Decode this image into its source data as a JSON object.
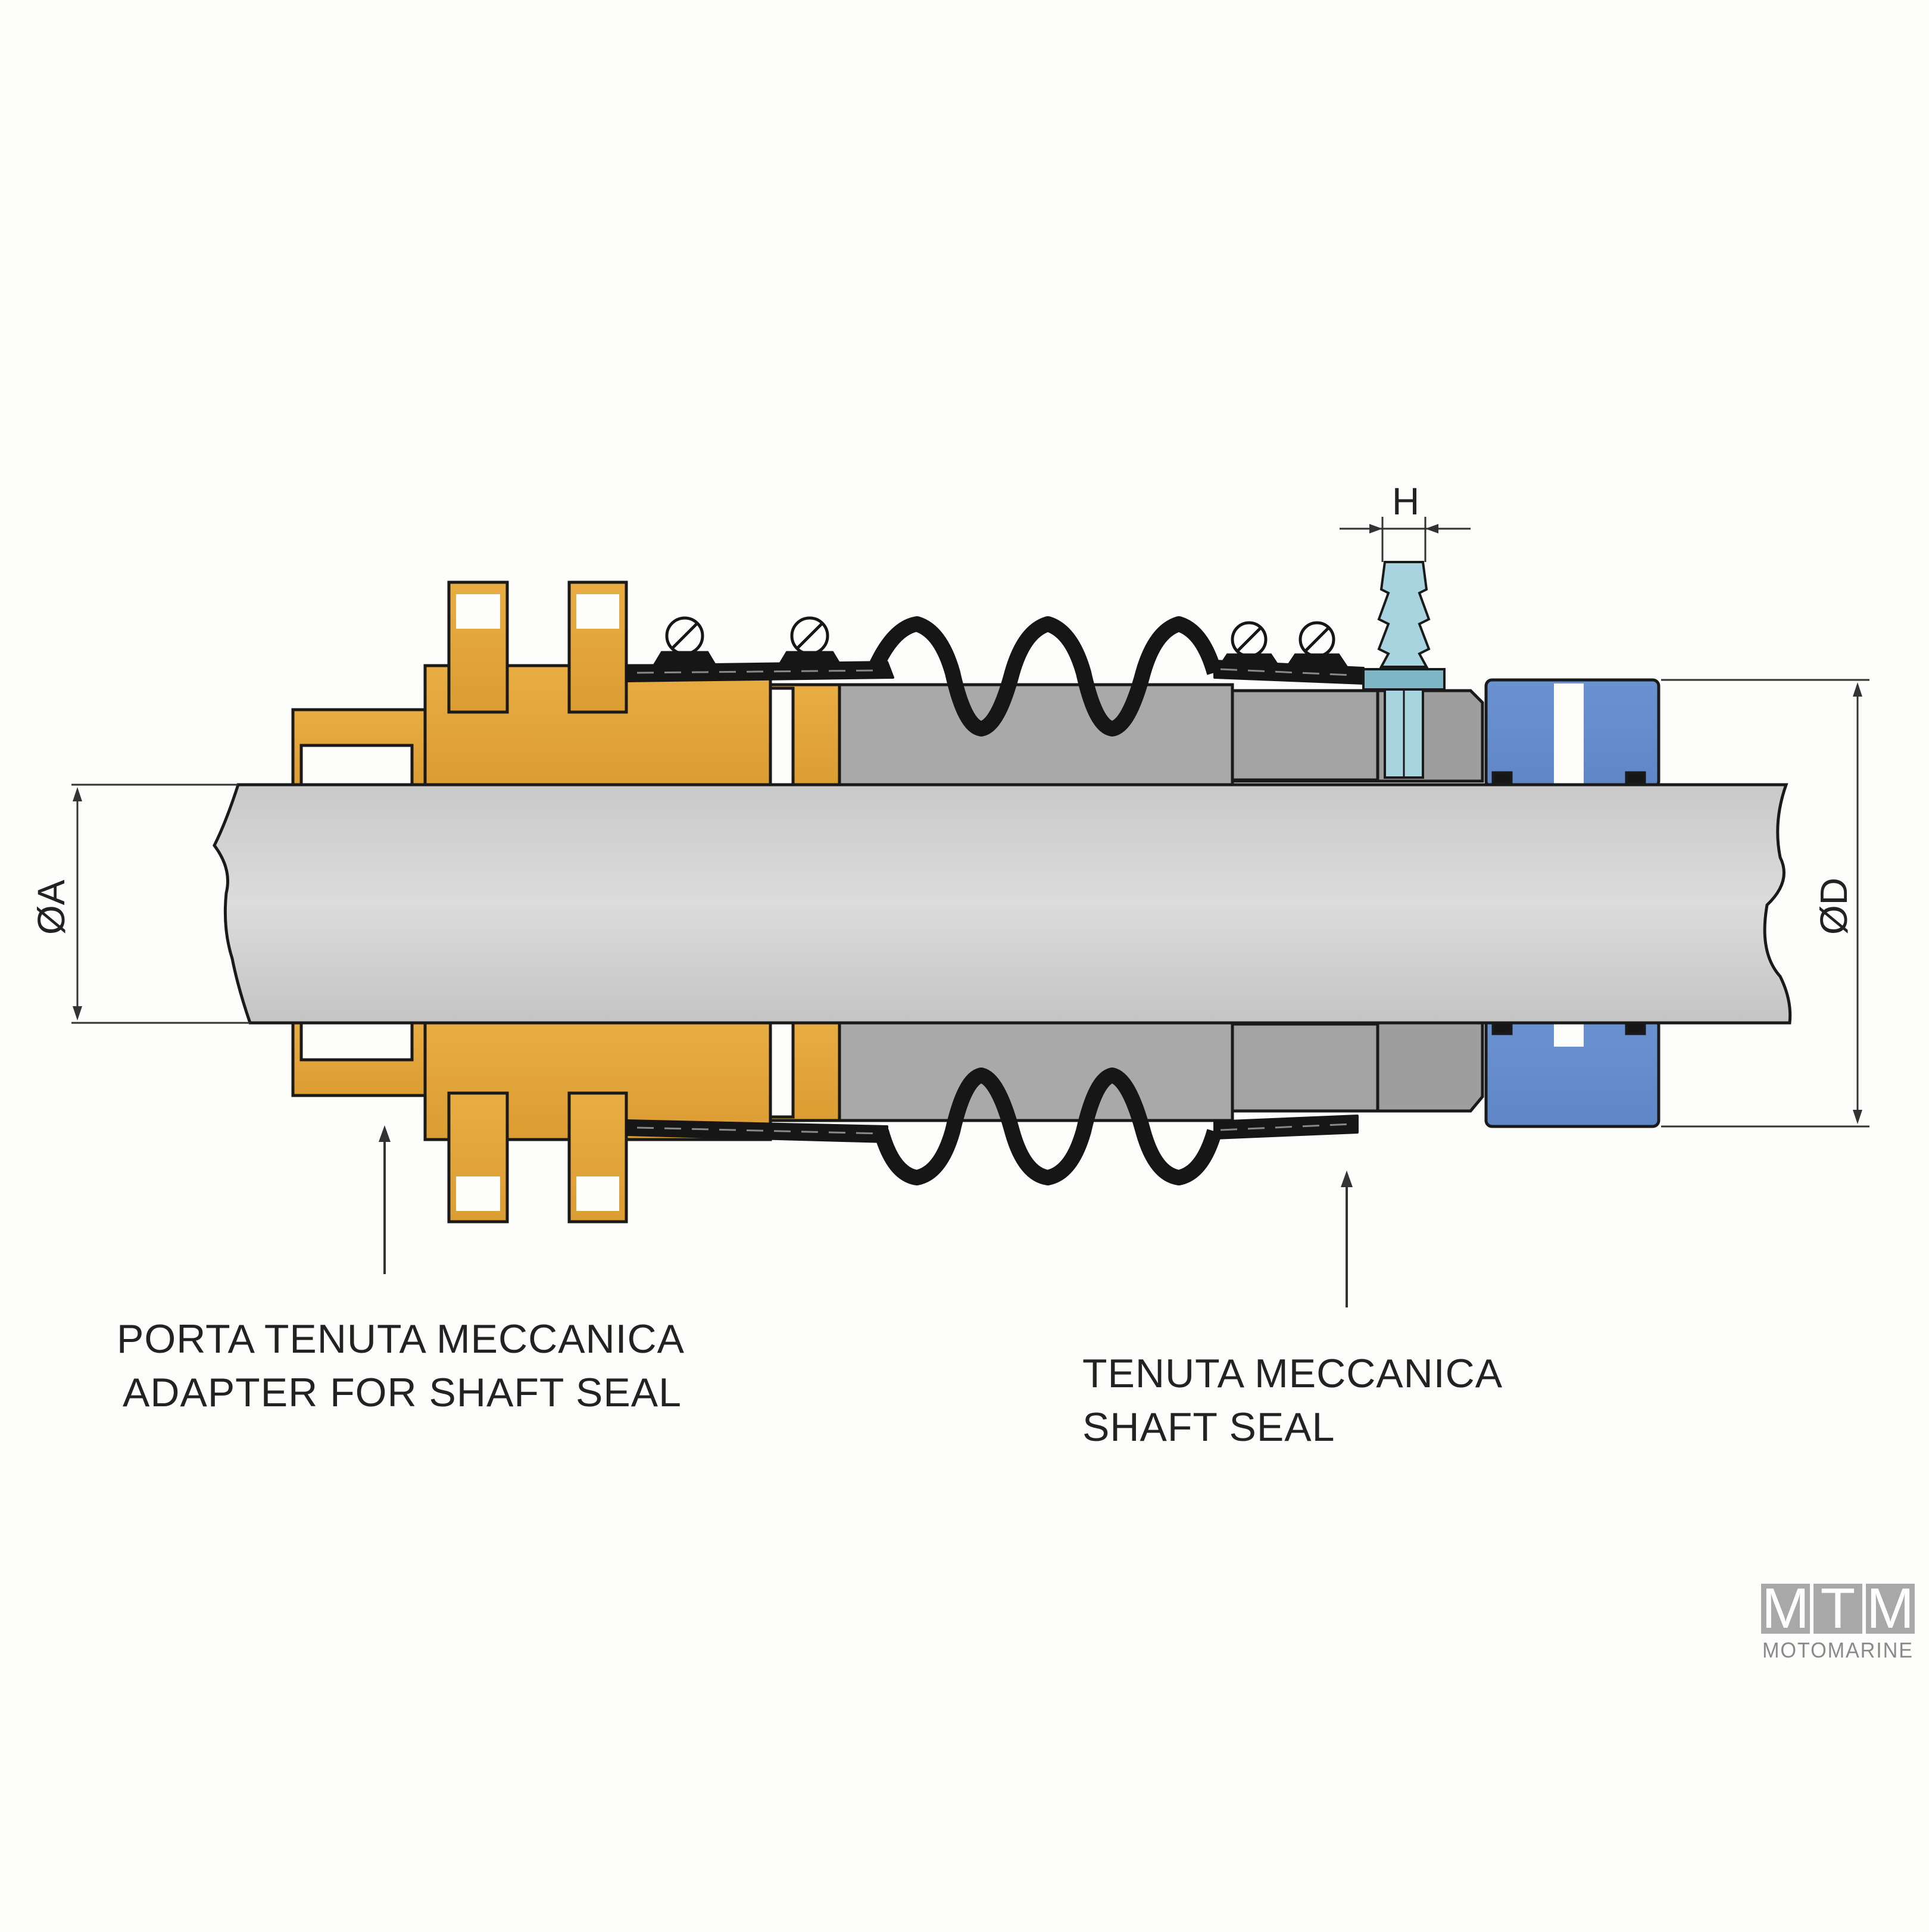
{
  "diagram": {
    "dimension_labels": {
      "diameter_a": "ØA",
      "diameter_d": "ØD",
      "height_h": "H"
    },
    "callouts": {
      "adapter": {
        "line1": "PORTA TENUTA MECCANICA",
        "line2": "ADAPTER FOR SHAFT SEAL"
      },
      "shaft_seal": {
        "line1": "TENUTA MECCANICA",
        "line2": "SHAFT SEAL"
      }
    },
    "logo": {
      "letters": [
        "M",
        "T",
        "M"
      ],
      "subtitle": "MOTOMARINE"
    },
    "colors": {
      "adapter": "#e3a63c",
      "adapter_stroke": "#1a1a1a",
      "seal_body": "#a9a9a9",
      "shaft": "#d2d2d2",
      "bellows": "#1a1a1a",
      "bearing": "#6f96d2",
      "nipple": "#a8d4df",
      "logo_box": "#a8a8a8"
    }
  }
}
